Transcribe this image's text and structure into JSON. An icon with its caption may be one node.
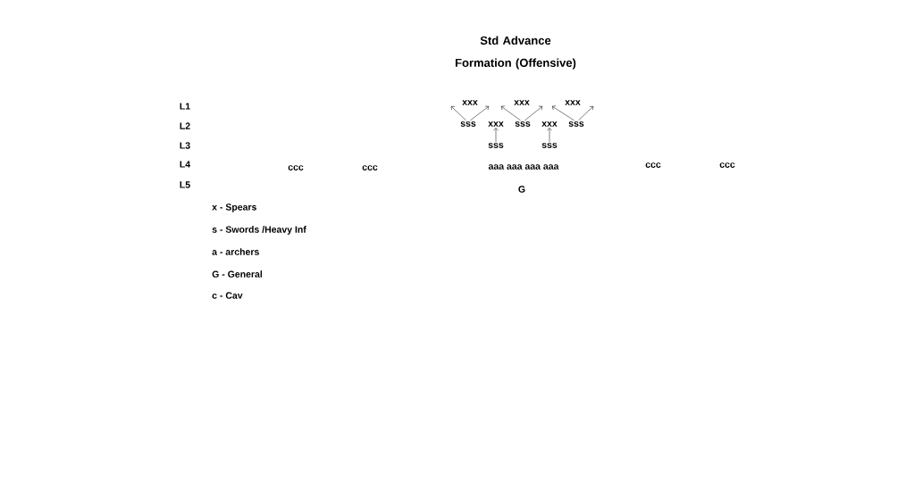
{
  "diagram": {
    "title": "Std Advance Formation (Offensive)",
    "nodes": [
      {
        "text": [
          "xxx"
        ]
      },
      {
        "text": [
          "xxx"
        ]
      },
      {
        "text": [
          "xxx"
        ]
      },
      {
        "text": [
          "sss"
        ]
      },
      {
        "text": [
          "xxx"
        ]
      },
      {
        "text": [
          "sss"
        ]
      },
      {
        "text": [
          "xxx"
        ]
      },
      {
        "text": [
          "sss"
        ]
      },
      {
        "text": [
          "sss"
        ]
      },
      {
        "text": [
          "sss"
        ]
      }
    ],
    "edges": [
      {
        "from": 3,
        "to": 0,
        "arrow": "to"
      },
      {
        "from": 3,
        "to": 0,
        "arrow": "to"
      },
      {
        "from": 5,
        "to": 1,
        "arrow": "to"
      },
      {
        "from": 5,
        "to": 1,
        "arrow": "to"
      },
      {
        "from": 7,
        "to": 2,
        "arrow": "to"
      },
      {
        "from": 7,
        "to": 2,
        "arrow": "to"
      },
      {
        "from": 8,
        "to": 4,
        "arrow": "to"
      },
      {
        "from": 9,
        "to": 6,
        "arrow": "to"
      }
    ],
    "labels": [
      "L1",
      "L2",
      "L3",
      "L4",
      "ccc",
      "ccc",
      "aaa aaa aaa aaa",
      "ccc",
      "ccc",
      "L5",
      "G",
      "x - Spears",
      "s - Swords /Heavy Inf",
      "a - archers",
      "G - General",
      "c - Cav"
    ]
  }
}
